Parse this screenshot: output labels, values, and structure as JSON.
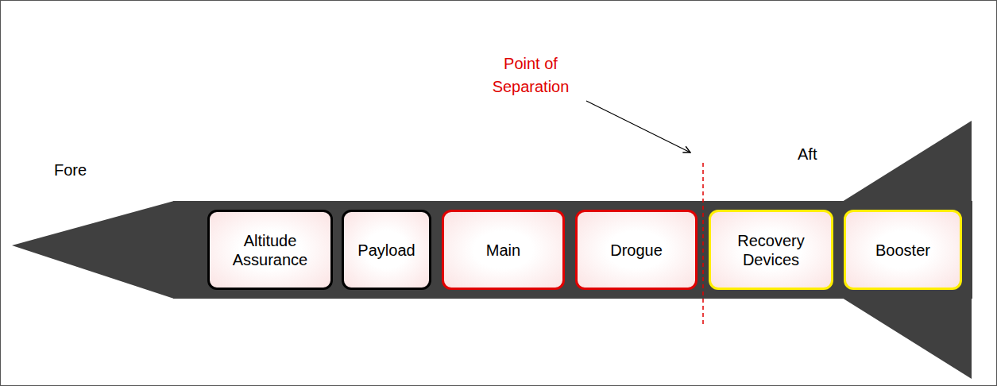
{
  "diagram": {
    "nodes": [
      {
        "text": [
          "Altitude Assurance"
        ]
      },
      {
        "text": [
          "Payload"
        ]
      },
      {
        "text": [
          "Main"
        ]
      },
      {
        "text": [
          "Drogue"
        ]
      },
      {
        "text": [
          "Recovery Devices"
        ]
      },
      {
        "text": [
          "Booster"
        ]
      }
    ],
    "labels": [
      "Fore",
      "Aft",
      "Point of Separation"
    ]
  }
}
